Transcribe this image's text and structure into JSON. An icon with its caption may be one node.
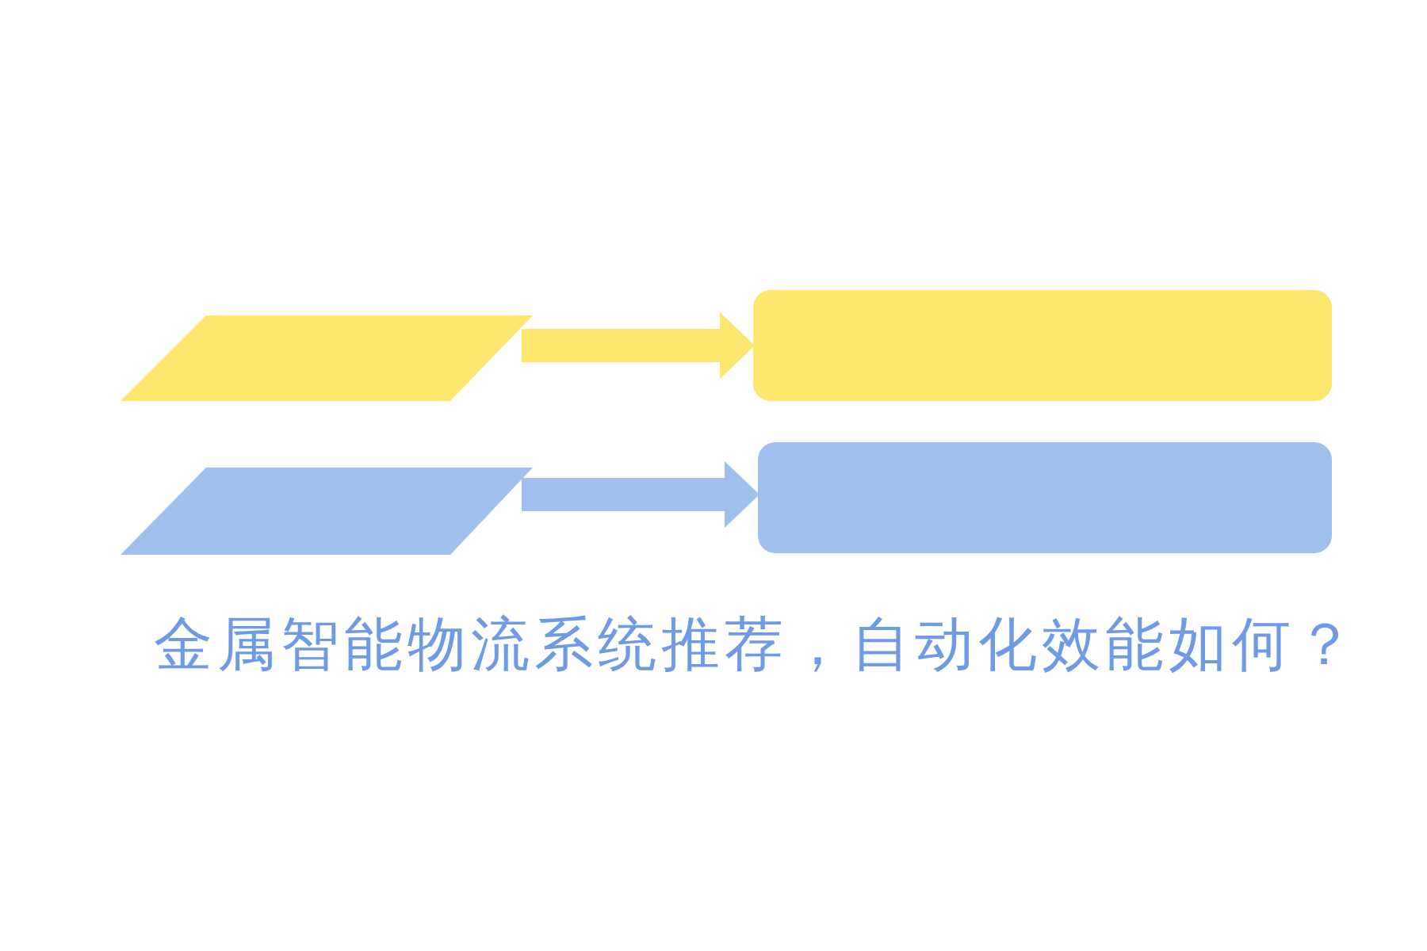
{
  "diagram": {
    "title": "金属智能物流系统推荐，自动化效能如何？",
    "nodes": [
      {
        "text": [],
        "shape": "parallelogram"
      },
      {
        "text": [],
        "shape": "box"
      },
      {
        "text": [],
        "shape": "parallelogram"
      },
      {
        "text": [],
        "shape": "box"
      }
    ],
    "edges": [
      {
        "from": 0,
        "to": 1,
        "arrow": "to",
        "color": "#fde76e"
      },
      {
        "from": 2,
        "to": 3,
        "arrow": "to",
        "color": "#a0c0ee"
      }
    ]
  }
}
